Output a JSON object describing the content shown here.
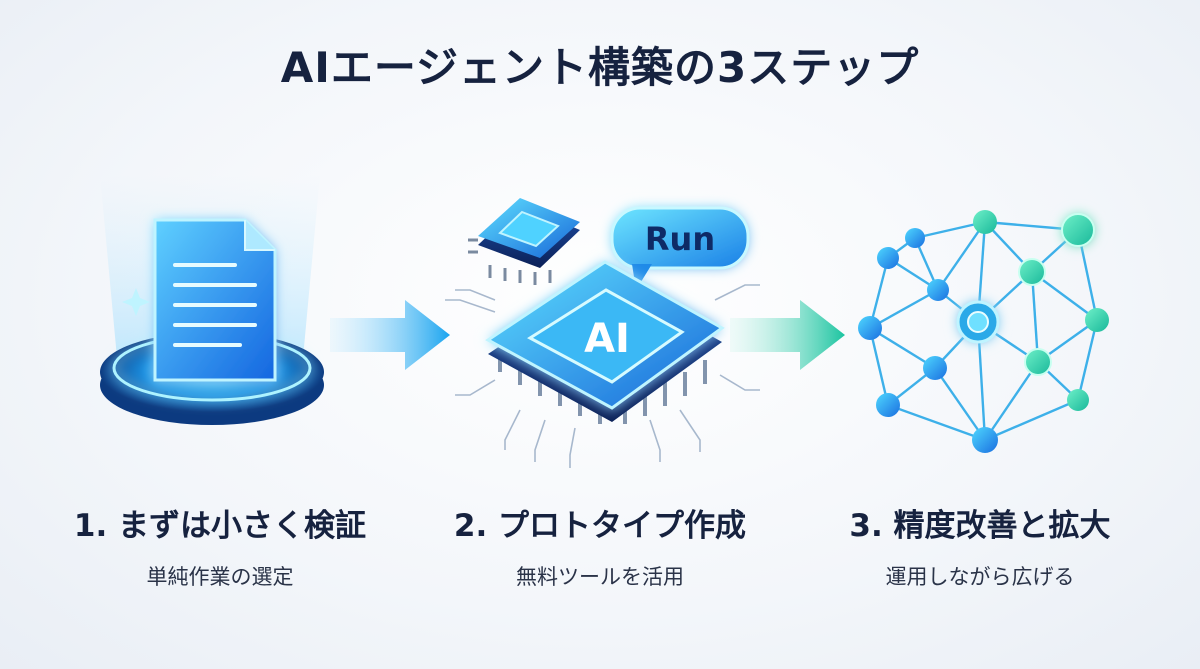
{
  "title": "AIエージェント構築の3ステップ",
  "steps": [
    {
      "head": "1. まずは小さく検証",
      "sub": "単純作業の選定"
    },
    {
      "head": "2. プロトタイプ作成",
      "sub": "無料ツールを活用"
    },
    {
      "head": "3. 精度改善と拡大",
      "sub": "運用しながら広げる"
    }
  ],
  "chip": {
    "label": "AI",
    "bubble": "Run"
  },
  "icons": [
    "document-icon",
    "arrow-right-icon",
    "ai-chip-icon",
    "run-bubble-icon",
    "network-icon"
  ],
  "colors": {
    "accent": "#1ea7ff",
    "teal": "#27d6b0",
    "dark": "#16223f"
  }
}
